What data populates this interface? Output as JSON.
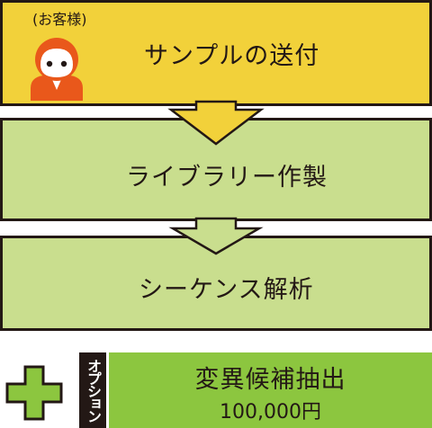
{
  "steps": [
    {
      "label": "サンプルの送付",
      "actor": "(お客様)",
      "color": "#f2d13a"
    },
    {
      "label": "ライブラリー作製",
      "color": "#c9de8e"
    },
    {
      "label": "シーケンス解析",
      "color": "#c9de8e"
    }
  ],
  "option": {
    "tag": "オプション",
    "title": "変異候補抽出",
    "price": "100,000円",
    "color": "#8cc63f",
    "plus_color": "#8cc63f"
  },
  "icons": [
    "person-icon",
    "plus-icon",
    "down-arrow-icon"
  ],
  "colors": {
    "outline": "#231815",
    "avatar": "#e9581b",
    "arrow_yellow": "#f2d13a"
  }
}
